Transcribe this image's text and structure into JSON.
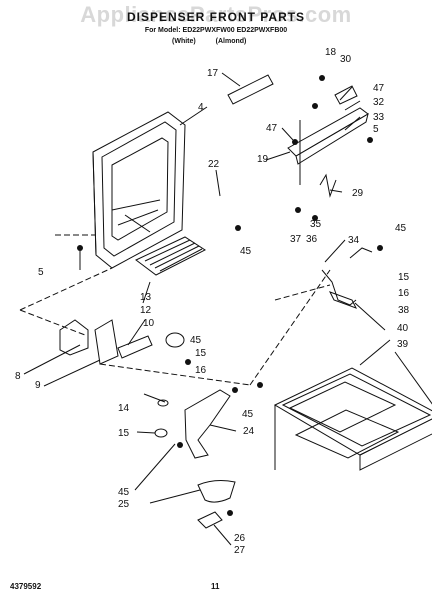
{
  "header": {
    "watermark": "AppliancePartsPros.com",
    "title": "DISPENSER FRONT PARTS",
    "subtitle": "For Model: ED22PWXFW00 ED22PWXFB00",
    "colors": "(White) (Almond)"
  },
  "footer": {
    "doc_number": "4379592",
    "page_number": "11"
  },
  "callouts": [
    "17",
    "18",
    "30",
    "4",
    "47",
    "32",
    "33",
    "47",
    "5",
    "22",
    "19",
    "29",
    "35",
    "45",
    "37",
    "36",
    "5",
    "45",
    "34",
    "15",
    "16",
    "13",
    "38",
    "12",
    "10",
    "40",
    "45",
    "39",
    "8",
    "15",
    "9",
    "16",
    "14",
    "45",
    "24",
    "15",
    "45",
    "25",
    "26",
    "27"
  ]
}
